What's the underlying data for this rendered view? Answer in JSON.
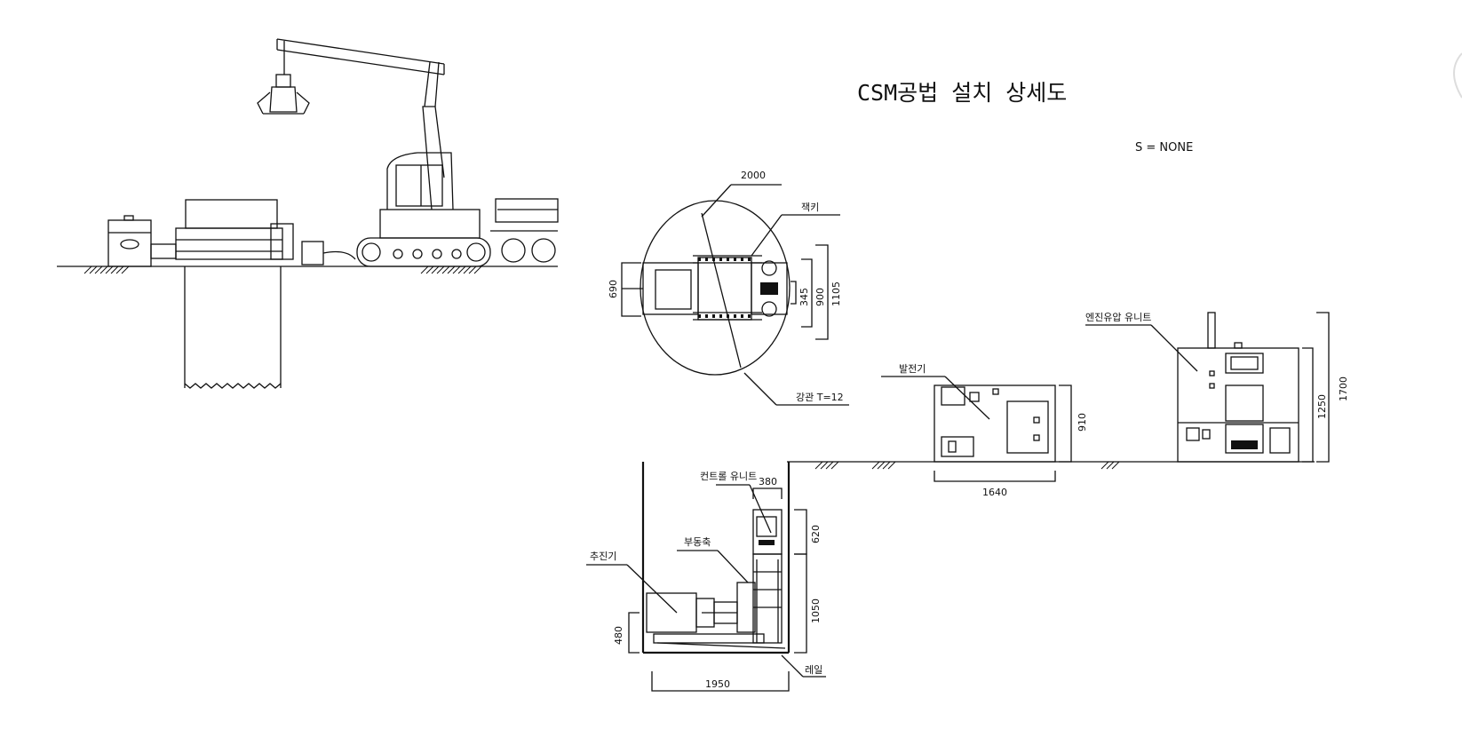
{
  "title": "CSM공법 설치 상세도",
  "scale": "S = NONE",
  "labels": {
    "jack": "잭키",
    "casing": "강관 T=12",
    "generator": "발전기",
    "hydraulic_unit": "엔진유압 유니트",
    "control_unit": "컨트롤 유니트",
    "thruster": "추진기",
    "aux": "부동축",
    "rail": "레일"
  },
  "dims": {
    "d2000": "2000",
    "d690": "690",
    "d345": "345",
    "d900": "900",
    "d1105": "1105",
    "d910": "910",
    "d1640": "1640",
    "d1250": "1250",
    "d1700": "1700",
    "d380": "380",
    "d620": "620",
    "d1050": "1050",
    "d480": "480",
    "d1950": "1950"
  }
}
